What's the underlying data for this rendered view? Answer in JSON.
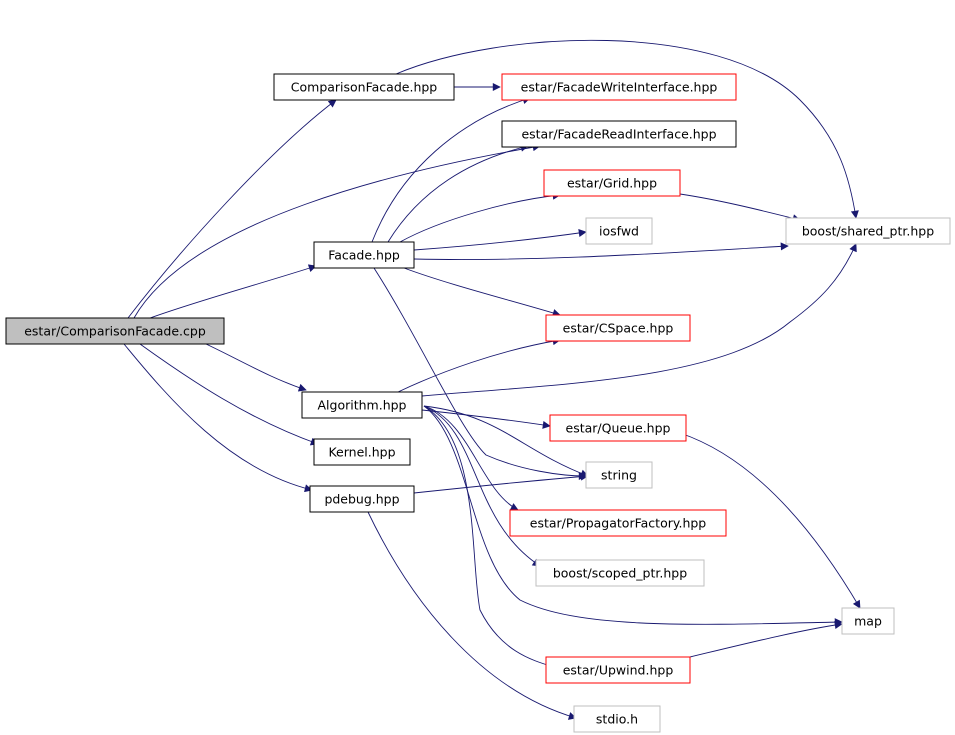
{
  "colors": {
    "edge": "#191970",
    "border_normal": "#000000",
    "border_incomplete": "#ff0000",
    "border_external": "#bfbfbf",
    "fill_root": "#bfbfbf",
    "fill_normal": "#ffffff"
  },
  "nodes": [
    {
      "id": "root",
      "label": "estar/ComparisonFacade.cpp",
      "kind": "root"
    },
    {
      "id": "comparisonfacade",
      "label": "ComparisonFacade.hpp",
      "kind": "normal"
    },
    {
      "id": "facadewrite",
      "label": "estar/FacadeWriteInterface.hpp",
      "kind": "incomplete"
    },
    {
      "id": "facaderead",
      "label": "estar/FacadeReadInterface.hpp",
      "kind": "normal"
    },
    {
      "id": "grid",
      "label": "estar/Grid.hpp",
      "kind": "incomplete"
    },
    {
      "id": "iosfwd",
      "label": "iosfwd",
      "kind": "external"
    },
    {
      "id": "sharedptr",
      "label": "boost/shared_ptr.hpp",
      "kind": "external"
    },
    {
      "id": "facade",
      "label": "Facade.hpp",
      "kind": "normal"
    },
    {
      "id": "cspace",
      "label": "estar/CSpace.hpp",
      "kind": "incomplete"
    },
    {
      "id": "algorithm",
      "label": "Algorithm.hpp",
      "kind": "normal"
    },
    {
      "id": "queue",
      "label": "estar/Queue.hpp",
      "kind": "incomplete"
    },
    {
      "id": "kernel",
      "label": "Kernel.hpp",
      "kind": "normal"
    },
    {
      "id": "string",
      "label": "string",
      "kind": "external"
    },
    {
      "id": "pdebug",
      "label": "pdebug.hpp",
      "kind": "normal"
    },
    {
      "id": "propfactory",
      "label": "estar/PropagatorFactory.hpp",
      "kind": "incomplete"
    },
    {
      "id": "scopedptr",
      "label": "boost/scoped_ptr.hpp",
      "kind": "external"
    },
    {
      "id": "map",
      "label": "map",
      "kind": "external"
    },
    {
      "id": "upwind",
      "label": "estar/Upwind.hpp",
      "kind": "incomplete"
    },
    {
      "id": "stdio",
      "label": "stdio.h",
      "kind": "external"
    }
  ],
  "edges": [
    {
      "from": "root",
      "to": "comparisonfacade"
    },
    {
      "from": "root",
      "to": "facaderead"
    },
    {
      "from": "root",
      "to": "facade"
    },
    {
      "from": "root",
      "to": "algorithm"
    },
    {
      "from": "root",
      "to": "kernel"
    },
    {
      "from": "root",
      "to": "pdebug"
    },
    {
      "from": "comparisonfacade",
      "to": "facadewrite"
    },
    {
      "from": "comparisonfacade",
      "to": "sharedptr"
    },
    {
      "from": "facade",
      "to": "facadewrite"
    },
    {
      "from": "facade",
      "to": "facaderead"
    },
    {
      "from": "facade",
      "to": "grid"
    },
    {
      "from": "facade",
      "to": "iosfwd"
    },
    {
      "from": "facade",
      "to": "sharedptr"
    },
    {
      "from": "facade",
      "to": "cspace"
    },
    {
      "from": "facade",
      "to": "string"
    },
    {
      "from": "grid",
      "to": "sharedptr"
    },
    {
      "from": "algorithm",
      "to": "cspace"
    },
    {
      "from": "algorithm",
      "to": "sharedptr"
    },
    {
      "from": "algorithm",
      "to": "queue"
    },
    {
      "from": "algorithm",
      "to": "string"
    },
    {
      "from": "algorithm",
      "to": "propfactory"
    },
    {
      "from": "algorithm",
      "to": "scopedptr"
    },
    {
      "from": "algorithm",
      "to": "map"
    },
    {
      "from": "algorithm",
      "to": "upwind"
    },
    {
      "from": "queue",
      "to": "map"
    },
    {
      "from": "upwind",
      "to": "map"
    },
    {
      "from": "pdebug",
      "to": "string"
    },
    {
      "from": "pdebug",
      "to": "stdio"
    }
  ]
}
